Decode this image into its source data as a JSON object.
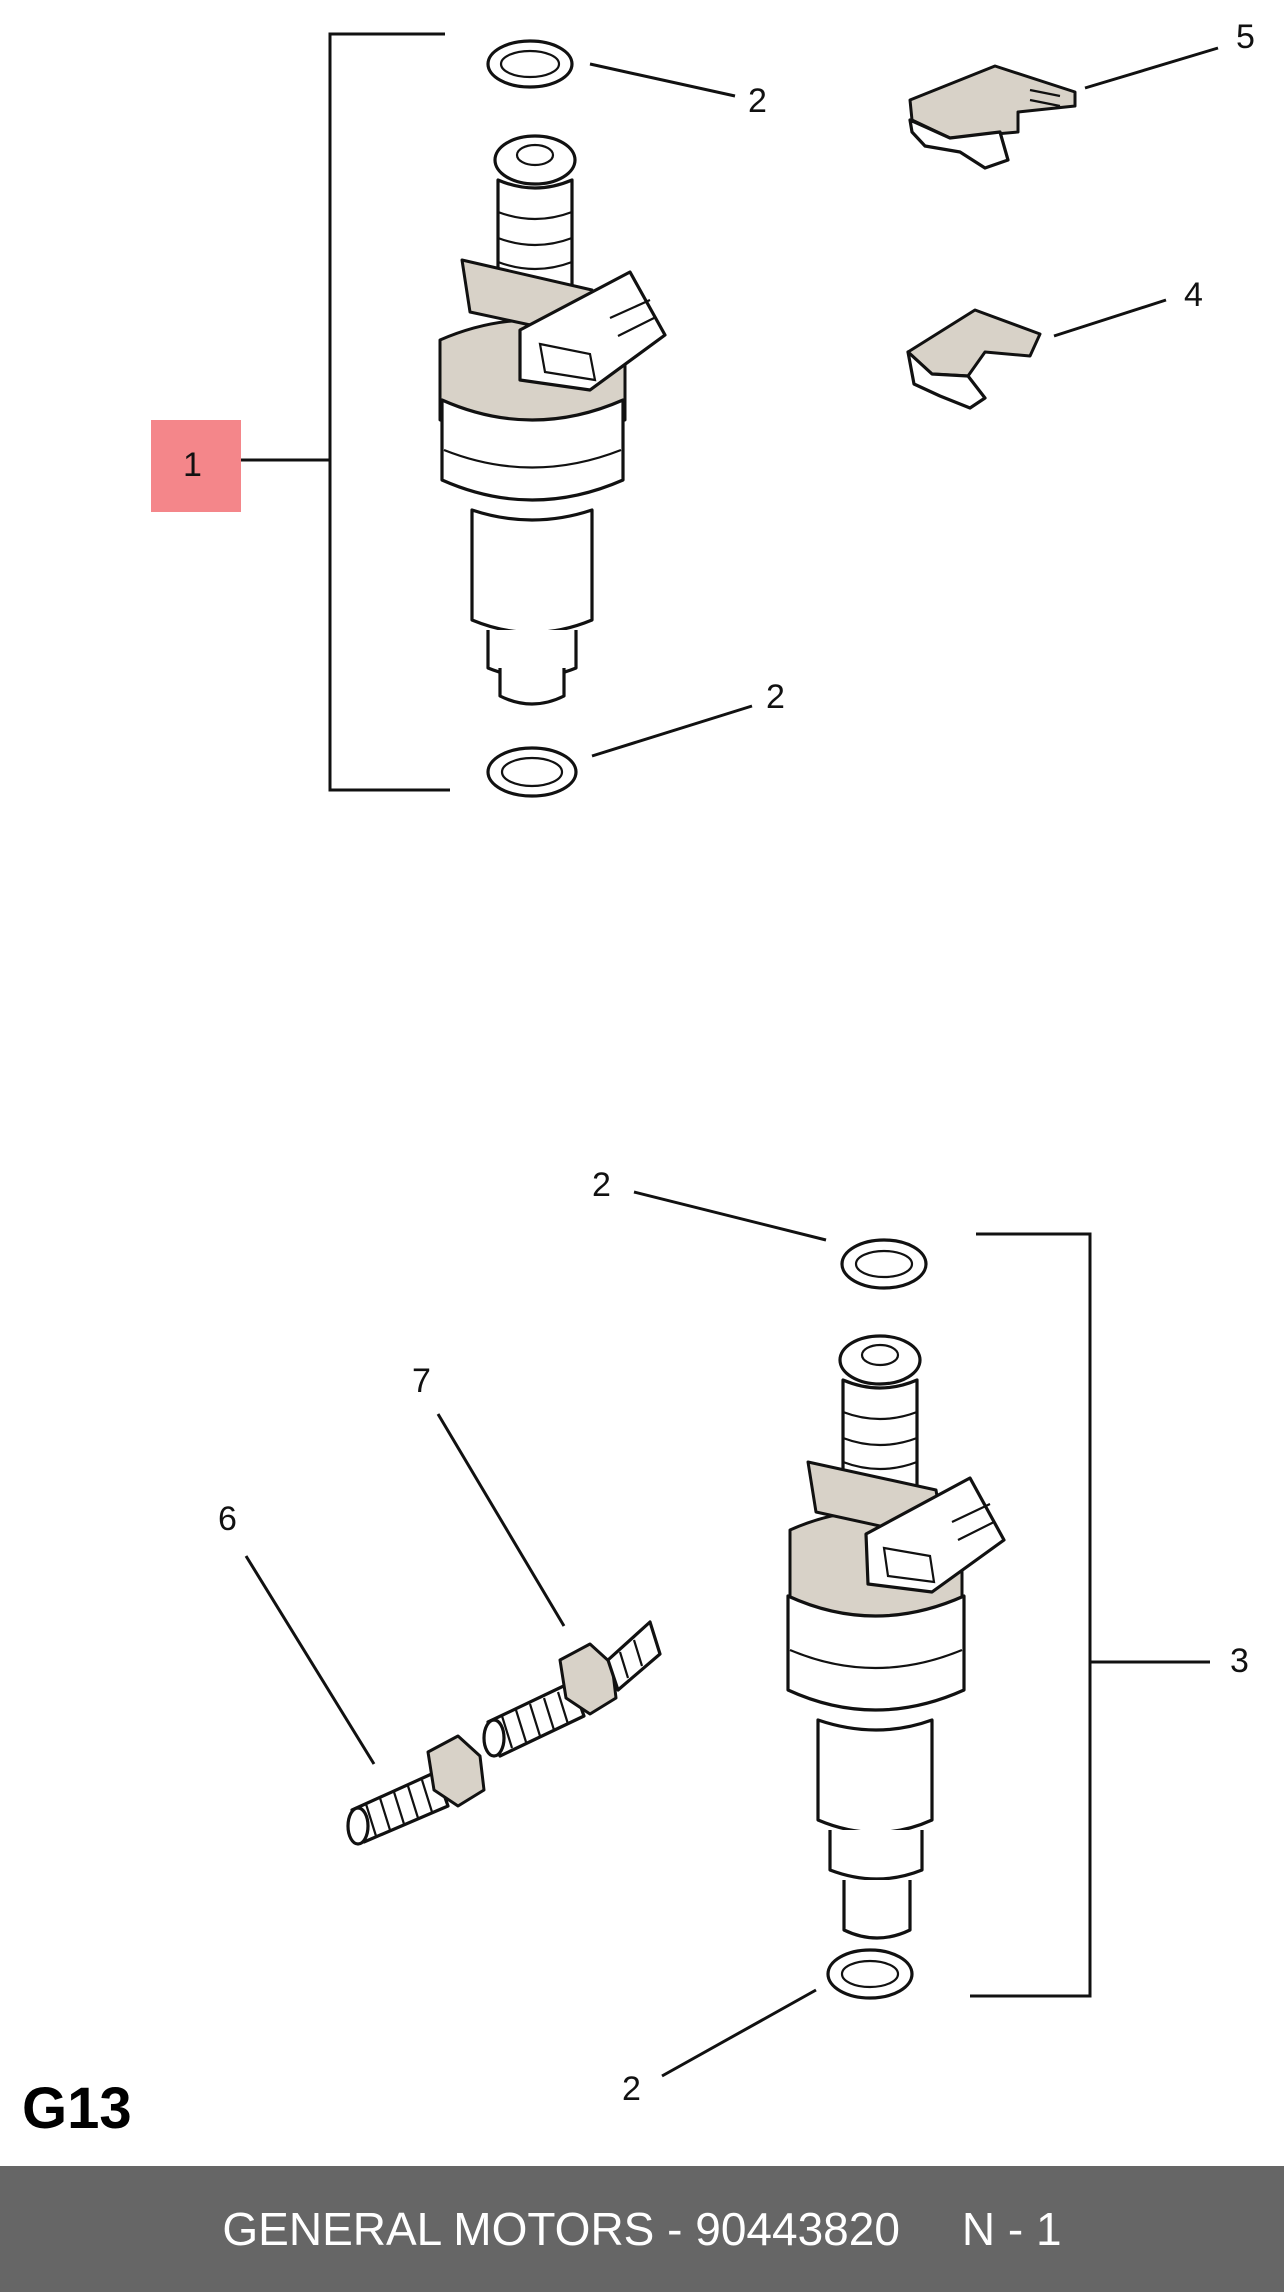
{
  "callouts": {
    "c1": "1",
    "c2a": "2",
    "c2b": "2",
    "c2c": "2",
    "c2d": "2",
    "c3": "3",
    "c4": "4",
    "c5": "5",
    "c6": "6",
    "c7": "7"
  },
  "highlight_color": "#f4868a",
  "section_code": "G13",
  "footer": {
    "part_label": "GENERAL MOTORS - 90443820",
    "quantity": "N - 1"
  }
}
